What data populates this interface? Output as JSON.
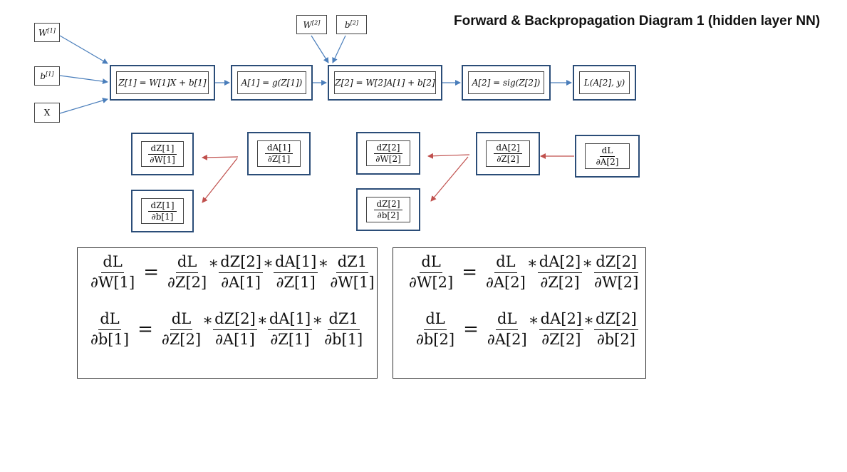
{
  "title": "Forward & Backpropagation Diagram  1 (hidden layer NN)",
  "colors": {
    "forward_arrow": "#4a7ebb",
    "backward_arrow": "#c0504d",
    "box_border": "#2b4d78"
  },
  "inputs": {
    "w1": {
      "base": "W",
      "sup": "[1]"
    },
    "b1": {
      "base": "b",
      "sup": "[1]"
    },
    "x": "X",
    "w2": {
      "base": "W",
      "sup": "[2]"
    },
    "b2": {
      "base": "b",
      "sup": "[2]"
    }
  },
  "forward": {
    "z1": "Z[1] = W[1]X + b[1]",
    "a1": "A[1] = g(Z[1])",
    "z2": "Z[2] = W[2]A[1] + b[2]",
    "a2": "A[2] = sig(Z[2])",
    "loss": "L(A[2], y)"
  },
  "backward": {
    "dL_dA2": {
      "num": "dL",
      "den": "∂A[2]"
    },
    "dA2_dZ2": {
      "num": "dA[2]",
      "den": "∂Z[2]"
    },
    "dZ2_dW2": {
      "num": "dZ[2]",
      "den": "∂W[2]"
    },
    "dZ2_db2": {
      "num": "dZ[2]",
      "den": "∂b[2]"
    },
    "dA1_dZ1": {
      "num": "dA[1]",
      "den": "∂Z[1]"
    },
    "dZ1_dW1": {
      "num": "dZ[1]",
      "den": "∂W[1]"
    },
    "dZ1_db1": {
      "num": "dZ[1]",
      "den": "∂b[1]"
    }
  },
  "equations": {
    "layer1_w": [
      "dL/∂W[1]",
      "=",
      "dL/∂Z[2]",
      "*",
      "dZ[2]/∂A[1]",
      "*",
      "dA[1]/∂Z[1]",
      "*",
      "dZ1/∂W[1]"
    ],
    "layer1_b": [
      "dL/∂b[1]",
      "=",
      "dL/∂Z[2]",
      "*",
      "dZ[2]/∂A[1]",
      "*",
      "dA[1]/∂Z[1]",
      "*",
      "dZ1/∂b[1]"
    ],
    "layer2_w": [
      "dL/∂W[2]",
      "=",
      "dL/∂A[2]",
      "*",
      "dA[2]/∂Z[2]",
      "*",
      "dZ[2]/∂W[2]"
    ],
    "layer2_b": [
      "dL/∂b[2]",
      "=",
      "dL/∂A[2]",
      "*",
      "dA[2]/∂Z[2]",
      "*",
      "dZ[2]/∂b[2]"
    ]
  }
}
